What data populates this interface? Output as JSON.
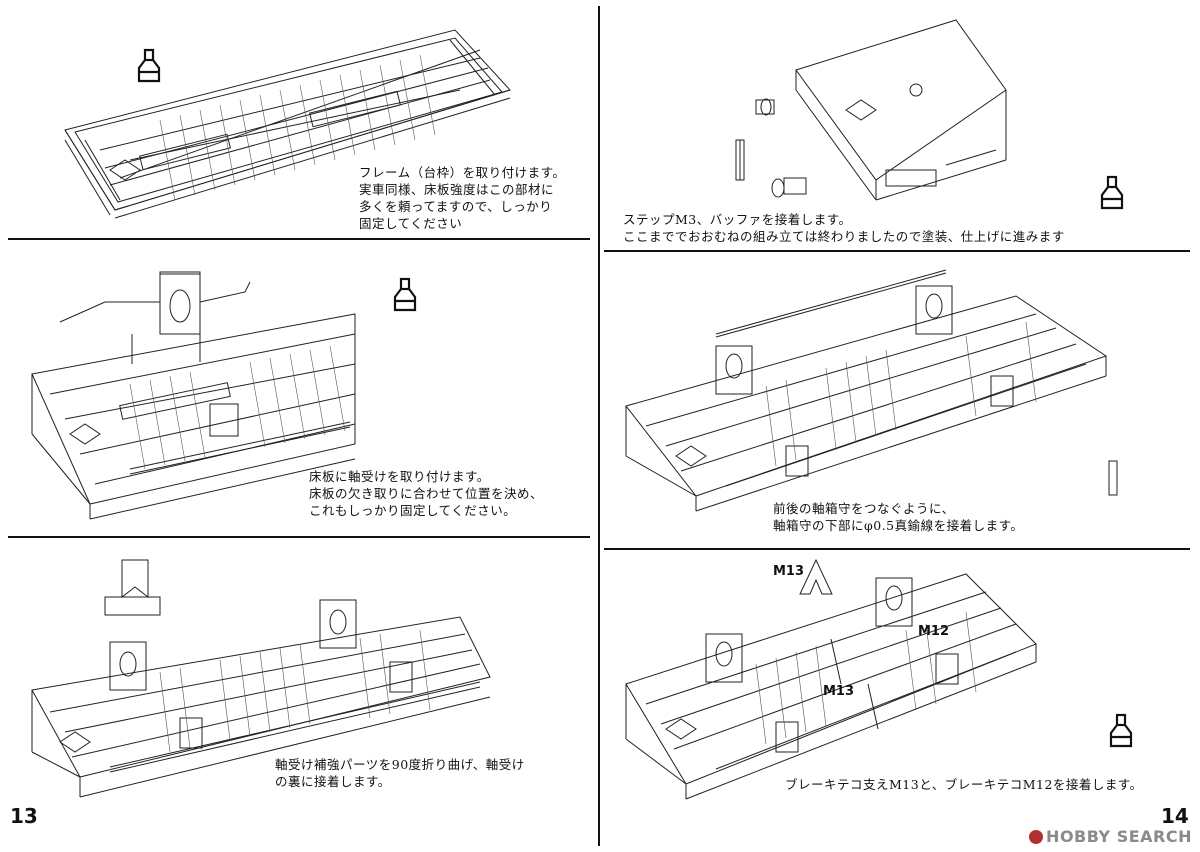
{
  "pages": {
    "left": "13",
    "right": "14"
  },
  "steps": [
    {
      "id": "frame",
      "lines": [
        "フレーム（台枠）を取り付けます。",
        "実車同様、床板強度はこの部材に",
        "多くを頼ってますので、しっかり",
        "固定してください"
      ]
    },
    {
      "id": "axlebox",
      "lines": [
        "床板に軸受けを取り付けます。",
        "床板の欠き取りに合わせて位置を決め、",
        "これもしっかり固定してください。"
      ]
    },
    {
      "id": "reinforce",
      "lines": [
        "軸受け補強パーツを90度折り曲げ、軸受け",
        "の裏に接着します。"
      ]
    },
    {
      "id": "buffer",
      "lines": [
        "ステップM3、バッファを接着します。",
        "ここまででおおむねの組み立ては終わりましたので塗装、仕上げに進みます"
      ]
    },
    {
      "id": "wire",
      "lines": [
        "前後の軸箱守をつなぐように、",
        "軸箱守の下部にφ0.5真鍮線を接着します。"
      ]
    },
    {
      "id": "brake",
      "lines": [
        "ブレーキテコ支えM13と、ブレーキテコM12を接着します。"
      ]
    }
  ],
  "part_labels": {
    "m13_top": "M13",
    "m12": "M12",
    "m13_mid": "M13"
  },
  "watermark": "HOBBY SEARCH",
  "icons": [
    "glue-bottle-icon",
    "brass-pin-icon",
    "buffer-icon"
  ]
}
